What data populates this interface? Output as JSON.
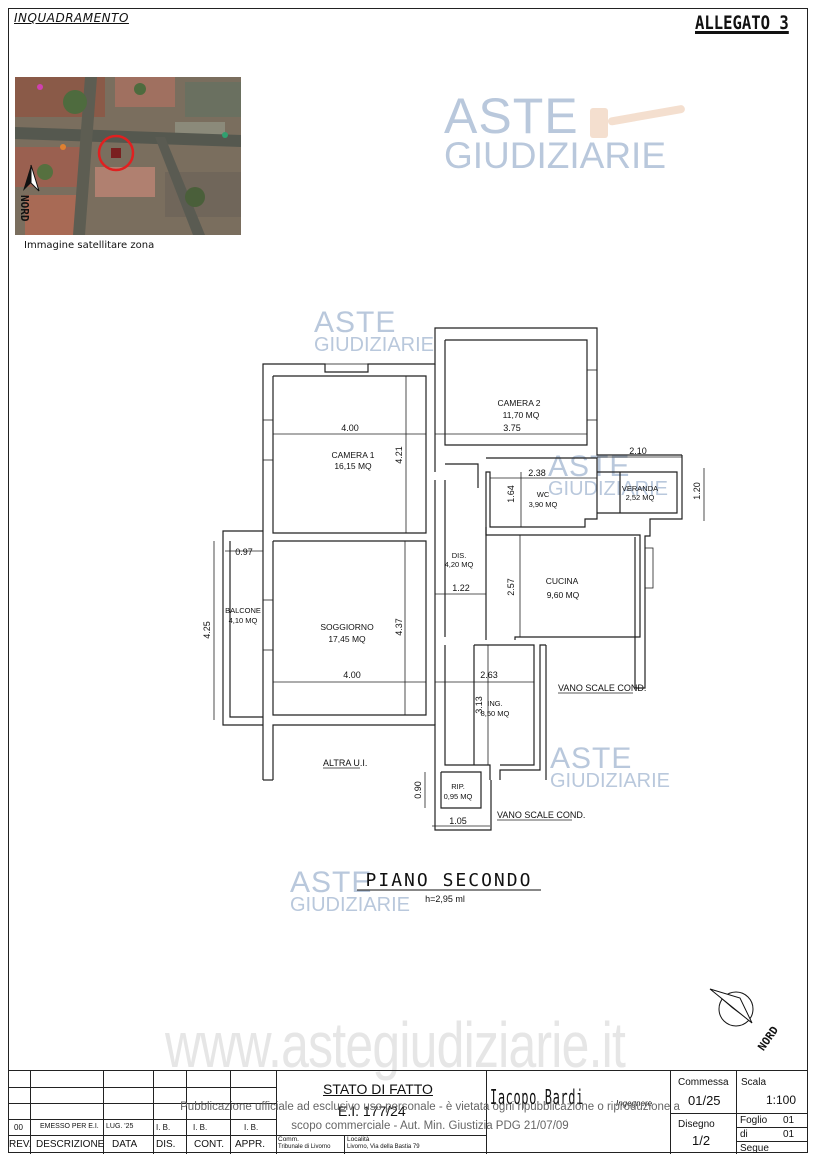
{
  "header": {
    "section_title": "INQUADRAMENTO",
    "attachment": "ALLEGATO 3"
  },
  "satellite": {
    "caption": "Immagine satellitare zona",
    "north_label": "NORD"
  },
  "watermark": {
    "line1": "ASTE",
    "line2": "GIUDIZIARIE",
    "site": "www.astegiudiziarie.it",
    "publication_note": "Pubblicazione ufficiale ad esclusivo uso personale - è vietata ogni ripubblicazione o riproduzione a scopo commerciale - Aut. Min. Giustizia PDG 21/07/09"
  },
  "plan": {
    "floor_title": "PIANO SECONDO",
    "floor_height": "h=2,95 ml",
    "north_label": "NORD",
    "rooms": [
      {
        "name": "CAMERA 1",
        "area": "16,15 MQ"
      },
      {
        "name": "CAMERA 2",
        "area": "11,70 MQ"
      },
      {
        "name": "SOGGIORNO",
        "area": "17,45 MQ"
      },
      {
        "name": "BALCONE",
        "area": "4,10 MQ"
      },
      {
        "name": "DIS.",
        "area": "4,20 MQ"
      },
      {
        "name": "WC",
        "area": "3,90 MQ"
      },
      {
        "name": "VERANDA",
        "area": "2,52 MQ"
      },
      {
        "name": "CUCINA",
        "area": "9,60 MQ"
      },
      {
        "name": "ING.",
        "area": "8,50 MQ"
      },
      {
        "name": "RIP.",
        "area": "0,95 MQ"
      }
    ],
    "labels": {
      "vano1": "VANO SCALE COND.",
      "vano2": "VANO SCALE COND.",
      "altra": "ALTRA U.I."
    },
    "dims": {
      "d400a": "4.00",
      "d421": "4.21",
      "d375": "3.75",
      "d210": "2.10",
      "d238": "2.38",
      "d164": "1.64",
      "d120": "1.20",
      "d097": "0.97",
      "d425": "4.25",
      "d122": "1.22",
      "d257": "2.57",
      "d437": "4.37",
      "d400b": "4.00",
      "d263": "2.63",
      "d313": "3.13",
      "d090": "0.90",
      "d105": "1.05"
    }
  },
  "title_block": {
    "rev_label": "REV.",
    "desc_label": "DESCRIZIONE",
    "date_label": "DATA",
    "dis_label": "DIS.",
    "cont_label": "CONT.",
    "appr_label": "APPR.",
    "row_rev": "00",
    "row_desc": "EMESSO PER E.I.",
    "row_date": "LUG. '25",
    "row_dis": "I. B.",
    "row_cont": "I. B.",
    "row_appr": "I. B.",
    "drawing_title": "STATO DI FATTO",
    "drawing_subtitle": "E.I. 177/24",
    "comm_label": "Comm.",
    "comm_value": "Tribunale di Livorno",
    "loc_label": "Località",
    "loc_value": "Livorno, Via della Bastia 79",
    "firm": "Iacopo Bardi",
    "firm_role": "Ingegnere",
    "commessa_label": "Commessa",
    "commessa_value": "01/25",
    "scala_label": "Scala",
    "scala_value": "1:100",
    "disegno_label": "Disegno",
    "disegno_value": "1/2",
    "foglio_label": "Foglio",
    "foglio_value": "01",
    "di_label": "di",
    "di_value": "01",
    "segue_label": "Segue"
  }
}
